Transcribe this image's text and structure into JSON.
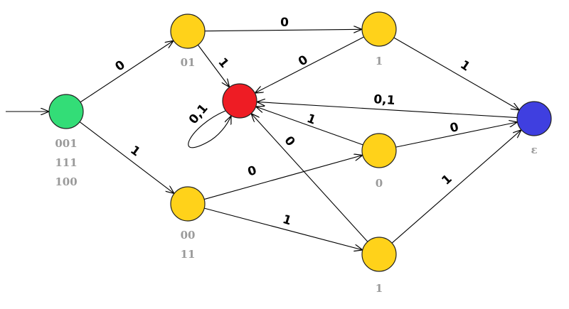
{
  "diagram": {
    "colors": {
      "start": "#33dd77",
      "intermediate": "#ffd21a",
      "sink": "#ee1c24",
      "accept": "#3f3fe0",
      "edge": "#000000",
      "state_label": "#9a9a9a"
    },
    "states": [
      {
        "id": "q0",
        "kind": "start",
        "labels": [
          "001",
          "111",
          "100"
        ]
      },
      {
        "id": "q01",
        "kind": "intermediate",
        "labels": [
          "01"
        ]
      },
      {
        "id": "qsink",
        "kind": "sink",
        "labels": []
      },
      {
        "id": "q1a",
        "kind": "intermediate",
        "labels": [
          "1"
        ]
      },
      {
        "id": "q0b",
        "kind": "intermediate",
        "labels": [
          "0"
        ]
      },
      {
        "id": "q00",
        "kind": "intermediate",
        "labels": [
          "00",
          "11"
        ]
      },
      {
        "id": "q1c",
        "kind": "intermediate",
        "labels": [
          "1"
        ]
      },
      {
        "id": "qeps",
        "kind": "accept",
        "labels": [
          "ε"
        ]
      }
    ],
    "transitions": [
      {
        "from": "q0",
        "to": "q01",
        "label": "0"
      },
      {
        "from": "q0",
        "to": "q00",
        "label": "1"
      },
      {
        "from": "q01",
        "to": "q1a",
        "label": "0"
      },
      {
        "from": "q01",
        "to": "qsink",
        "label": "1"
      },
      {
        "from": "q1a",
        "to": "qsink",
        "label": "0"
      },
      {
        "from": "q1a",
        "to": "qeps",
        "label": "1"
      },
      {
        "from": "qeps",
        "to": "qsink",
        "label": "0,1"
      },
      {
        "from": "q0b",
        "to": "qsink",
        "label": "1"
      },
      {
        "from": "q0b",
        "to": "qeps",
        "label": "0"
      },
      {
        "from": "q1c",
        "to": "qsink",
        "label": "0"
      },
      {
        "from": "q1c",
        "to": "qeps",
        "label": "1"
      },
      {
        "from": "q00",
        "to": "q0b",
        "label": "0"
      },
      {
        "from": "q00",
        "to": "q1c",
        "label": "1"
      },
      {
        "from": "qsink",
        "to": "qsink",
        "label": "0,1"
      }
    ]
  }
}
